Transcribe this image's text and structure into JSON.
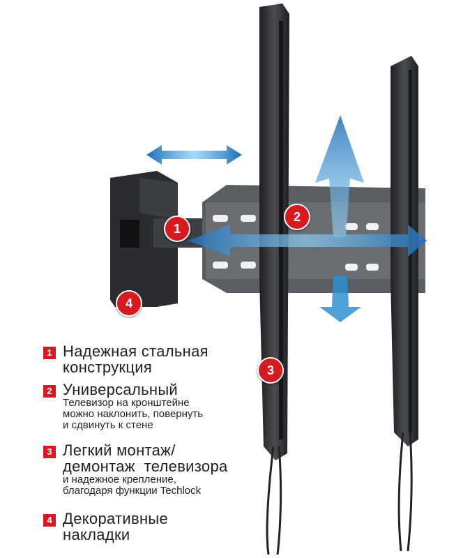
{
  "features": [
    {
      "number": "1",
      "title_lines": [
        "Надежная стальная",
        "конструкция"
      ],
      "sub_lines": []
    },
    {
      "number": "2",
      "title_lines": [
        "Универсальный"
      ],
      "sub_lines": [
        "Телевизор на кронштейне",
        "можно наклонить, повернуть",
        "и сдвинуть к стене"
      ]
    },
    {
      "number": "3",
      "title_lines": [
        "Легкий монтаж/",
        "демонтаж  телевизора"
      ],
      "sub_lines": [
        "и надежное крепление,",
        "благодаря функции Techlock"
      ]
    },
    {
      "number": "4",
      "title_lines": [
        "Декоративные",
        "накладки"
      ],
      "sub_lines": []
    }
  ],
  "markers": [
    "1",
    "2",
    "3",
    "4"
  ],
  "colors": {
    "accent_red": "#d71920",
    "arrow_blue": "#2f8fd0",
    "metal": "#2b2d30"
  }
}
